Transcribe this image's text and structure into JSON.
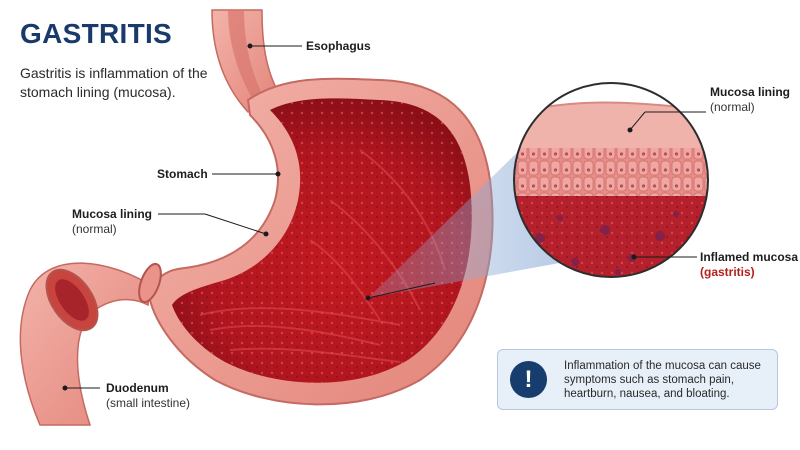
{
  "title": "GASTRITIS",
  "description": "Gastritis is inflammation of the stomach lining (mucosa).",
  "labels": {
    "esophagus": "Esophagus",
    "stomach": "Stomach",
    "mucosa_left": {
      "name": "Mucosa lining",
      "note": "(normal)"
    },
    "duodenum": {
      "name": "Duodenum",
      "note": "(small intestine)"
    },
    "mucosa_zoom": {
      "name": "Mucosa lining",
      "note": "(normal)"
    },
    "inflamed": {
      "name": "Inflamed mucosa",
      "note": "(gastritis)"
    }
  },
  "info_box": {
    "icon": "exclamation-icon",
    "text": "Inflammation of the mucosa can cause symptoms such as stomach pain, heartburn, nausea, and bloating."
  },
  "colors": {
    "title": "#1a3a6b",
    "stomach_wall": "#e9938a",
    "inflamed_lining": "#c41f2a",
    "gastritis_label": "#b3211e",
    "info_icon_bg": "#163d6e",
    "info_box_bg": "#e7eff8"
  }
}
